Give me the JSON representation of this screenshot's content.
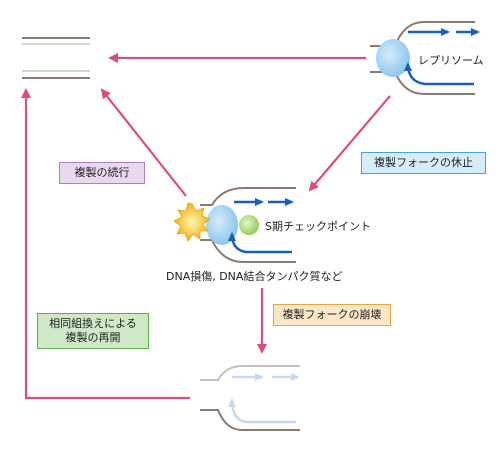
{
  "labels": {
    "replisome": "レプリソーム",
    "fork_stall": "複製フォークの休止",
    "continue_replication": "複製の続行",
    "s_checkpoint": "S期チェックポイント",
    "dna_damage": "DNA損傷, DNA結合タンパク質など",
    "fork_collapse": "複製フォークの崩壊",
    "recombination_line1": "相同組換えによる",
    "recombination_line2": "複製の再開"
  },
  "colors": {
    "arrow": "#d94f78",
    "dna_strand": "#8b7a72",
    "new_strand": "#1a5fb4",
    "faded_strand": "#c9d8ec",
    "replisome_fill": "#a8d4f2",
    "checkpoint_fill": "#a8d87a",
    "damage_fill": "#f7c631",
    "box_stall_fill": "#d6ecf9",
    "box_continue_fill": "#ead8ee",
    "box_collapse_fill": "#fbe6c6",
    "box_recomb_fill": "#cfe9c8"
  }
}
